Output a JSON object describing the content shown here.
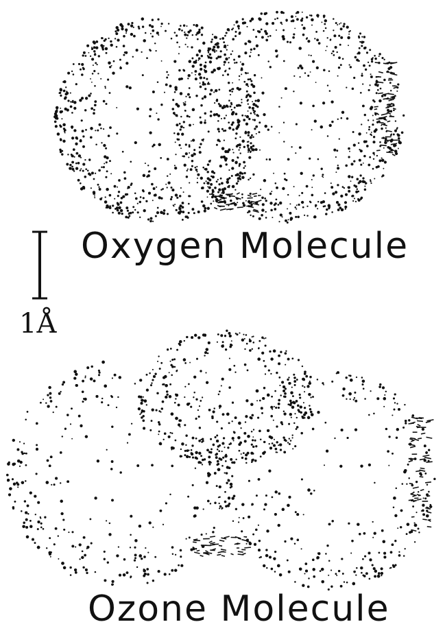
{
  "labels": {
    "oxygen": "Oxygen Molecule",
    "ozone": "Ozone Molecule",
    "scale": "1Å"
  },
  "colors": {
    "ink": "#111111",
    "background": "#ffffff"
  }
}
